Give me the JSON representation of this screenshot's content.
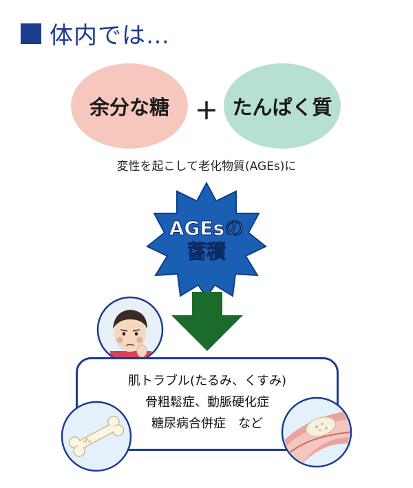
{
  "heading": {
    "text": "体内では…"
  },
  "ingredients": {
    "left": "余分な糖",
    "operator": "＋",
    "right": "たんぱく質"
  },
  "caption": "変性を起こして老化物質(AGEs)に",
  "burst": {
    "line1": "AGEsの",
    "line2": "蓄積"
  },
  "effects": [
    "肌トラブル(たるみ、くすみ)",
    "骨粗鬆症、動脈硬化症",
    "糖尿病合併症　など"
  ],
  "colors": {
    "accent": "#1b3b8f",
    "sugar_bubble": "#f6c8bd",
    "protein_bubble": "#b6e0d4",
    "burst_fill": "#1a5fb4",
    "arrow": "#1b6b2a"
  },
  "icons": [
    "worried-face-icon",
    "bone-icon",
    "blood-vessel-icon"
  ]
}
